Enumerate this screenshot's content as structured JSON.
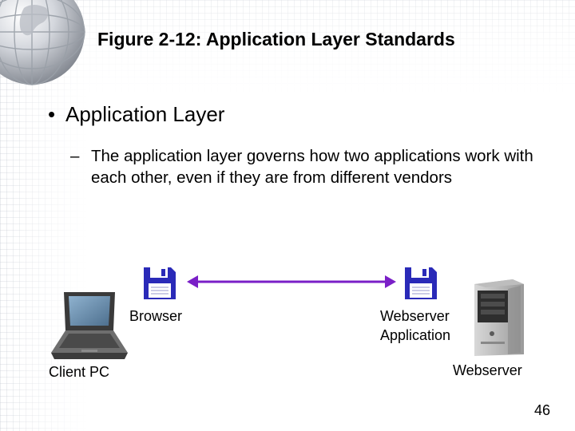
{
  "slide": {
    "title": "Figure 2-12: Application Layer Standards",
    "bullet": "Application Layer",
    "bullet_marker": "•",
    "sub_marker": "–",
    "sub_bullet": "The application layer governs how two applications work with each other, even if they are from different vendors",
    "page_number": "46"
  },
  "diagram": {
    "browser_label": "Browser",
    "webserver_app_label_1": "Webserver",
    "webserver_app_label_2": "Application",
    "client_pc_label": "Client PC",
    "webserver_label": "Webserver",
    "arrow_color": "#7a1fc7",
    "floppy_color": "#2a2ab8"
  }
}
